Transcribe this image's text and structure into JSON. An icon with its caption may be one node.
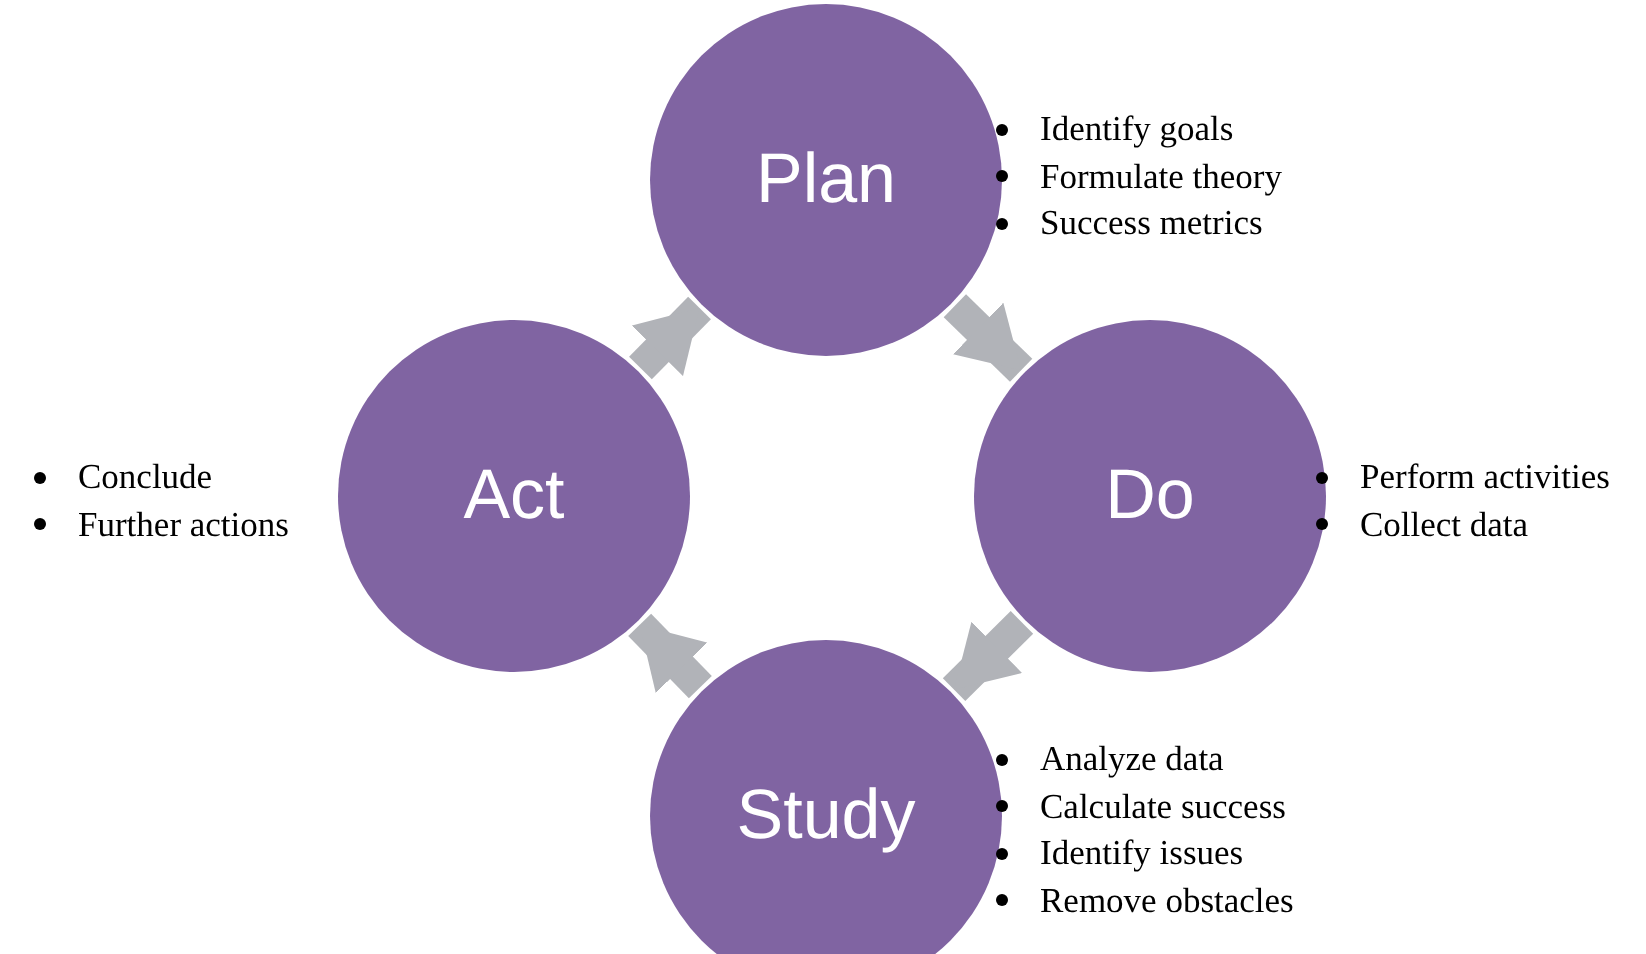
{
  "diagram": {
    "nodes": [
      {
        "text": [
          "Plan"
        ],
        "beside": [
          "Identify goals",
          "Formulate theory",
          "Success metrics"
        ]
      },
      {
        "text": [
          "Do"
        ],
        "beside": [
          "Perform activities",
          "Collect data"
        ]
      },
      {
        "text": [
          "Study"
        ],
        "beside": [
          "Analyze data",
          "Calculate success",
          "Identify issues",
          "Remove obstacles"
        ]
      },
      {
        "text": [
          "Act"
        ],
        "beside": [
          "Conclude",
          "Further actions"
        ]
      }
    ],
    "edges": [
      {
        "from": 0,
        "to": 1,
        "arrow": "to"
      },
      {
        "from": 1,
        "to": 2,
        "arrow": "to"
      },
      {
        "from": 2,
        "to": 3,
        "arrow": "to"
      },
      {
        "from": 3,
        "to": 0,
        "arrow": "to"
      }
    ]
  }
}
